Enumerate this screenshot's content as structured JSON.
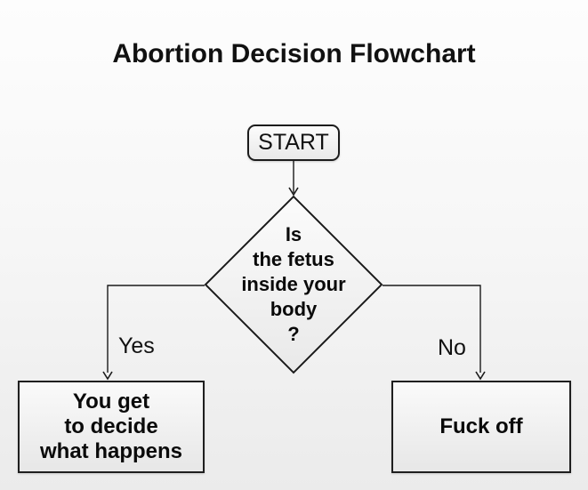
{
  "page": {
    "title": "Abortion Decision Flowchart"
  },
  "flowchart": {
    "start": {
      "label": "START"
    },
    "decision": {
      "lines": [
        "Is",
        "the fetus",
        "inside your",
        "body",
        "?"
      ]
    },
    "branches": {
      "yes": {
        "label": "Yes"
      },
      "no": {
        "label": "No"
      }
    },
    "outcomes": {
      "yes_box": {
        "lines": [
          "You get",
          "to decide",
          "what happens"
        ]
      },
      "no_box": {
        "label": "Fuck off"
      }
    }
  },
  "colors": {
    "line": "#1a1a1a",
    "text": "#0a0a0a",
    "node_border": "#1c1c1c",
    "node_fill_top": "#fbfbfb",
    "node_fill_bottom": "#e9e9e9",
    "background_top": "#fdfdfd",
    "background_bottom": "#ebebeb"
  }
}
